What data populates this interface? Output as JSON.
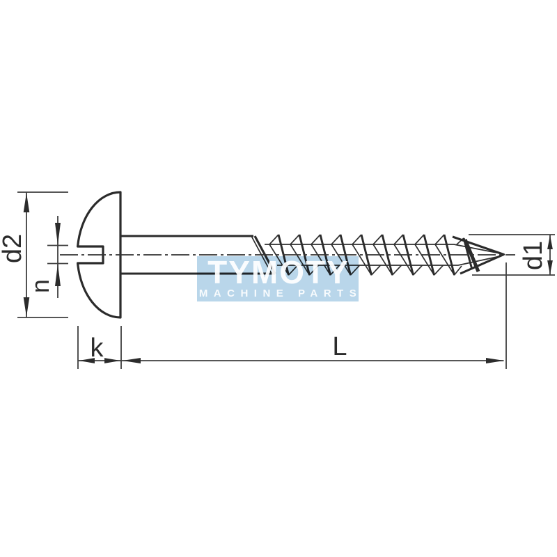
{
  "drawing": {
    "type": "technical-drawing",
    "subject": "slotted round head wood screw, side view",
    "background_color": "#ffffff",
    "line_color": "#2b2b2b",
    "dimension_labels": {
      "head_diameter": "d2",
      "slot_width": "n",
      "head_height": "k",
      "total_length": "L",
      "thread_diameter": "d1"
    }
  },
  "watermark": {
    "brand": "TYMOTY",
    "tagline": "MACHINE PARTS",
    "panel_color": "#b9d6ea",
    "text_color": "#ffffff"
  }
}
